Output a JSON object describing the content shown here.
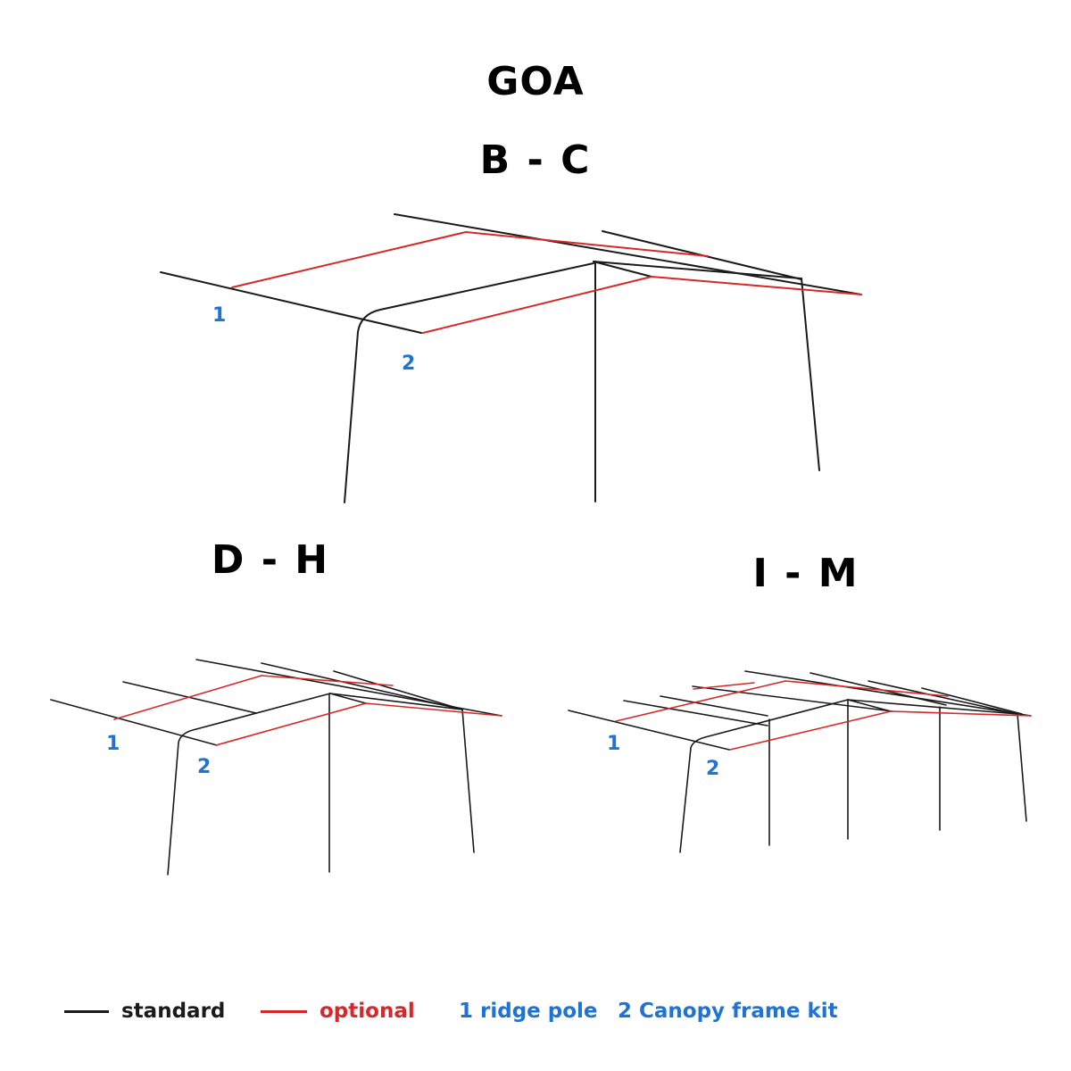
{
  "title": "GOA",
  "sections": [
    {
      "label": "B - C"
    },
    {
      "label": "D - H"
    },
    {
      "label": "I - M"
    }
  ],
  "callouts": {
    "one": "1",
    "two": "2"
  },
  "legend": {
    "standard": "standard",
    "optional": "optional",
    "ridge_pole": "1 ridge pole",
    "canopy_kit": "2 Canopy frame kit"
  },
  "colors": {
    "standard": "#1a1a1a",
    "optional": "#d62828",
    "callout": "#1f72d6"
  }
}
